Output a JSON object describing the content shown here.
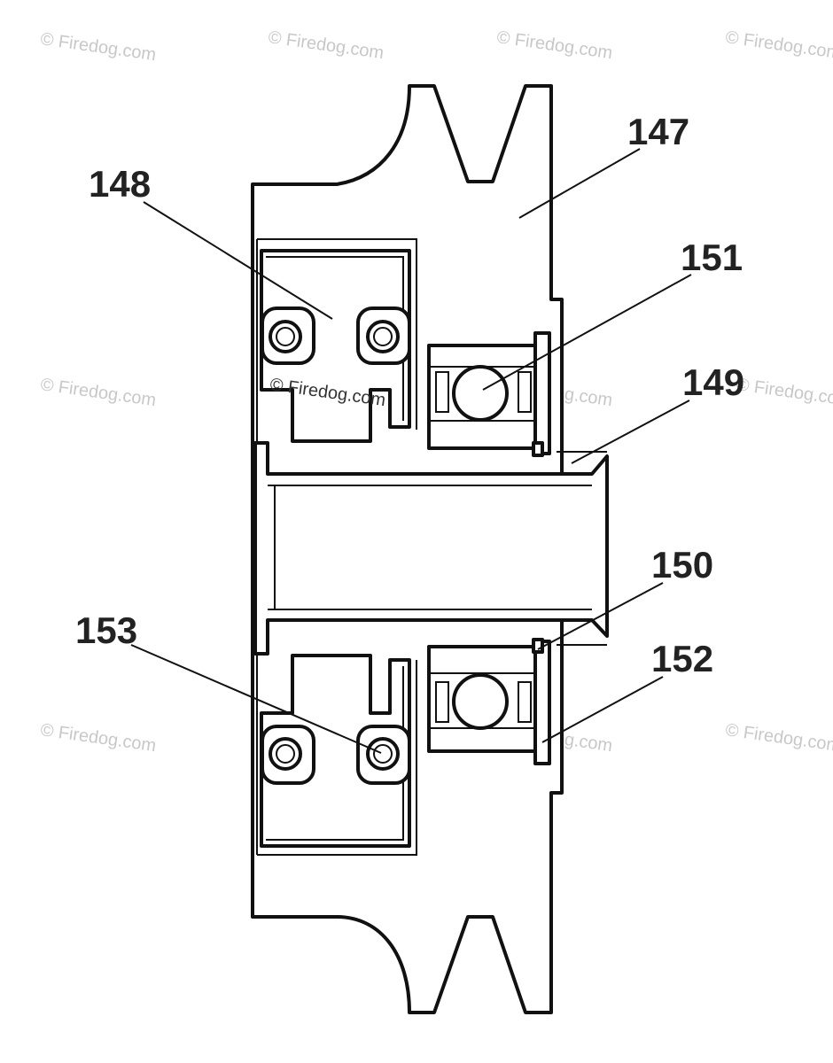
{
  "watermark": {
    "text": "© Firedog.com",
    "color": "#c8c8c8"
  },
  "callouts": {
    "c147": "147",
    "c148": "148",
    "c149": "149",
    "c150": "150",
    "c151": "151",
    "c152": "152",
    "c153": "153"
  },
  "colors": {
    "line": "#111111",
    "label": "#222222",
    "background": "#ffffff"
  }
}
